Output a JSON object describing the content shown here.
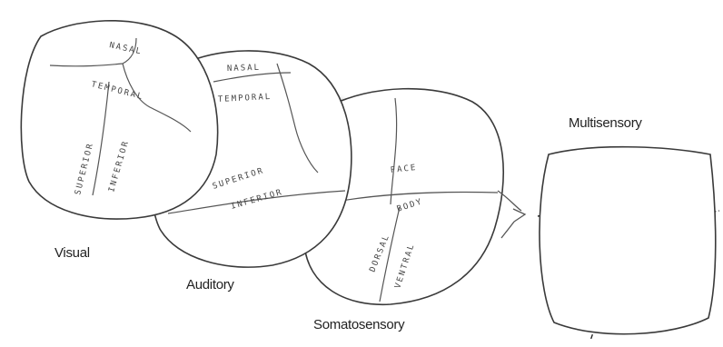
{
  "panels": {
    "visual": {
      "caption": "Visual",
      "labels": {
        "nasal": "NASAL",
        "temporal": "TEMPORAL",
        "superior": "SUPERIOR",
        "inferior": "INFERIOR"
      }
    },
    "auditory": {
      "caption": "Auditory",
      "labels": {
        "nasal": "NASAL",
        "temporal": "TEMPORAL",
        "superior": "SUPERIOR",
        "inferior": "INFERIOR"
      }
    },
    "somatosensory": {
      "caption": "Somatosensory",
      "labels": {
        "face": "FACE",
        "body": "BODY",
        "dorsal": "DORSAL",
        "ventral": "VENTRAL"
      }
    },
    "multisensory": {
      "caption": "Multisensory"
    }
  },
  "colors": {
    "outline": "#3a3a3a",
    "shadow": "#4a4a4a",
    "multisensory_fill": "#8a8a8a"
  }
}
